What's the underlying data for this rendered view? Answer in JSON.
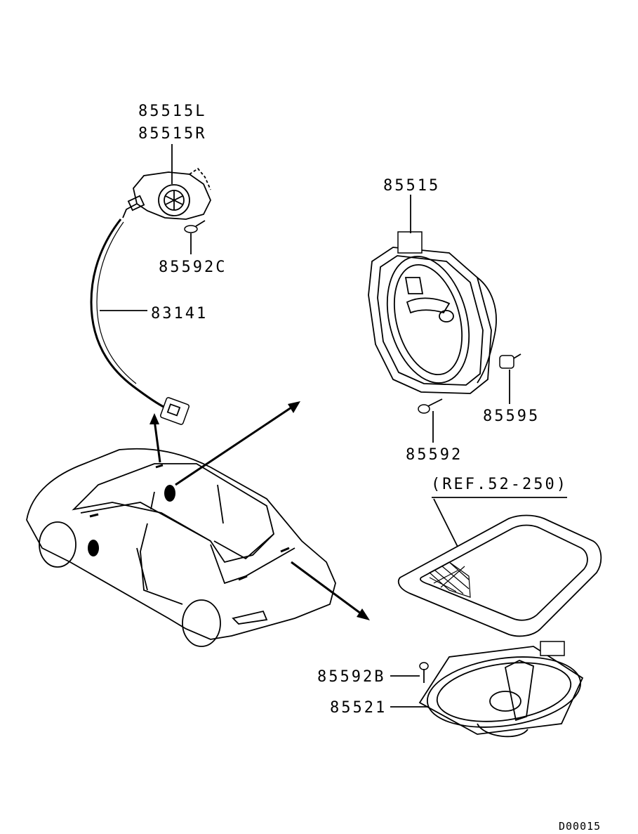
{
  "labels": {
    "p85515L": "85515L",
    "p85515R": "85515R",
    "p85592C": "85592C",
    "p83141": "83141",
    "p85515": "85515",
    "p85595": "85595",
    "p85592": "85592",
    "ref": "(REF.52-250)",
    "p85592B": "85592B",
    "p85521": "85521"
  },
  "diagram_code": "D00015"
}
